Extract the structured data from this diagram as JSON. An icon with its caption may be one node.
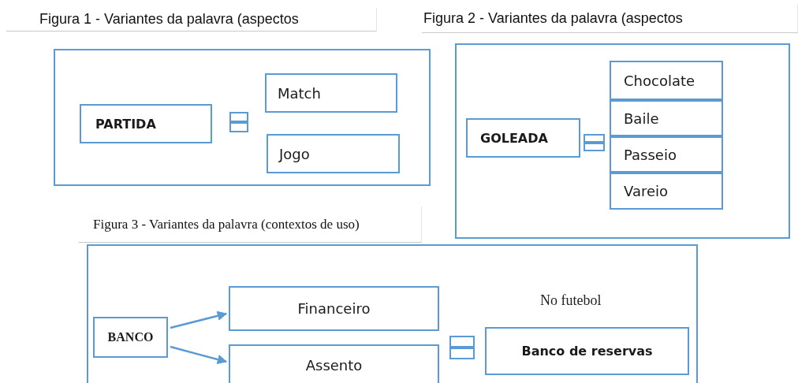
{
  "diagram": {
    "nodes": [
      {
        "text": [
          "Figura 1 - Variantes da palavra (aspectos"
        ]
      },
      {
        "text": [
          "PARTIDA"
        ],
        "in": 0
      },
      {
        "text": [
          "Match"
        ],
        "in": 0
      },
      {
        "text": [
          "Jogo"
        ],
        "in": 0
      },
      {
        "text": [
          "Figura 2 - Variantes da palavra (aspectos"
        ]
      },
      {
        "text": [
          "GOLEADA"
        ],
        "in": 4
      },
      {
        "text": [
          "Chocolate"
        ],
        "in": 4
      },
      {
        "text": [
          "Baile"
        ],
        "in": 4
      },
      {
        "text": [
          "Passeio"
        ],
        "in": 4
      },
      {
        "text": [
          "Vareio"
        ],
        "in": 4
      },
      {
        "text": [
          "Figura 3 - Variantes da palavra (contextos de uso)"
        ]
      },
      {
        "text": [
          "BANCO"
        ],
        "in": 10
      },
      {
        "text": [
          "Financeiro"
        ],
        "in": 10
      },
      {
        "text": [
          "Assento"
        ],
        "in": 10
      },
      {
        "text": [
          "Banco de reservas"
        ],
        "in": 10,
        "beside": [
          "No futebol"
        ]
      }
    ],
    "edges": [
      {
        "from": 11,
        "to": 12,
        "arrow": "to"
      },
      {
        "from": 11,
        "to": 13,
        "arrow": "to"
      }
    ]
  }
}
